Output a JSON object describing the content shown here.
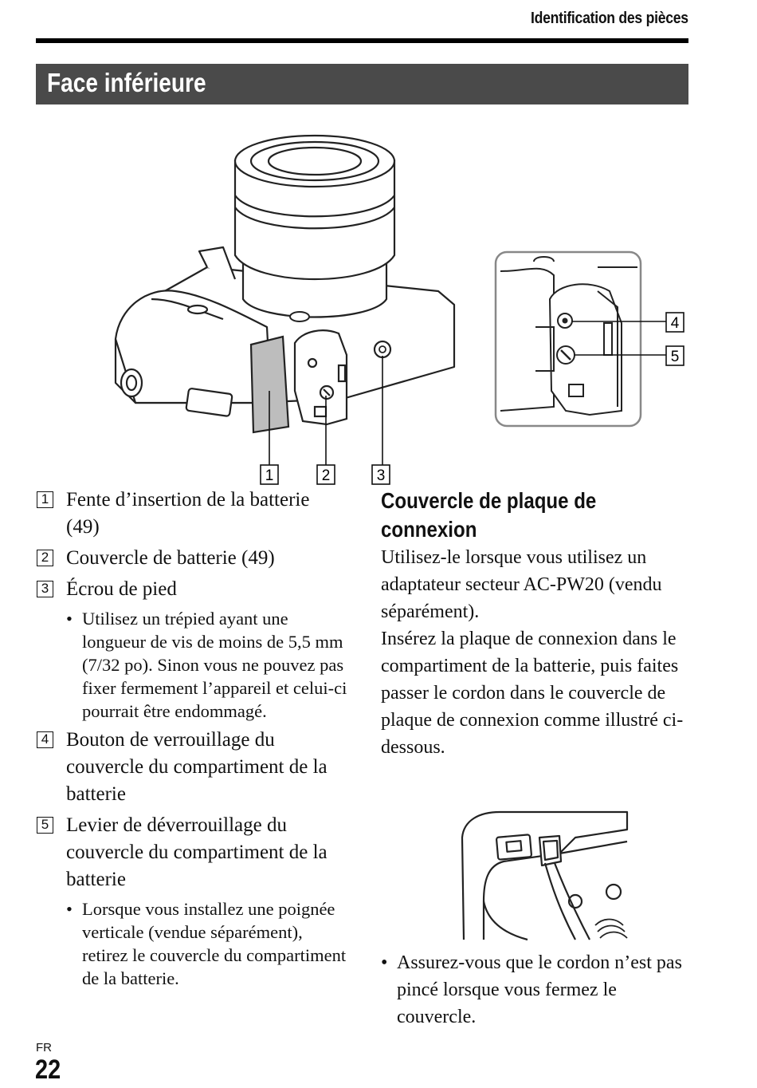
{
  "header": {
    "title": "Identification des pièces"
  },
  "section": {
    "title": "Face inférieure"
  },
  "figure": {
    "callouts": [
      "1",
      "2",
      "3",
      "4",
      "5"
    ]
  },
  "items": [
    {
      "num": "1",
      "text": "Fente d’insertion de la batterie (49)"
    },
    {
      "num": "2",
      "text": "Couvercle de batterie (49)"
    },
    {
      "num": "3",
      "text": "Écrou de pied",
      "note": "Utilisez un trépied ayant une longueur de vis de moins de 5,5 mm (7/32 po). Sinon vous ne pouvez pas fixer fermement l’appareil et celui-ci pourrait être endommagé."
    },
    {
      "num": "4",
      "text": "Bouton de verrouillage du couvercle du compartiment de la batterie"
    },
    {
      "num": "5",
      "text": "Levier de déverrouillage du couvercle du compartiment de la batterie",
      "note": "Lorsque vous installez une poignée verticale (vendue séparément), retirez le couvercle du compartiment de la batterie."
    }
  ],
  "connection_cover": {
    "title": "Couvercle de plaque de connexion",
    "paragraph1": "Utilisez-le lorsque vous utilisez un adaptateur secteur AC-PW20 (vendu séparément).",
    "paragraph2": "Insérez la plaque de connexion dans le compartiment de la batterie, puis faites passer le cordon dans le couvercle de plaque de connexion comme illustré ci-dessous.",
    "note": "Assurez-vous que le cordon n’est pas pincé lorsque vous fermez le couvercle."
  },
  "footer": {
    "language": "FR",
    "page_number": "22"
  }
}
